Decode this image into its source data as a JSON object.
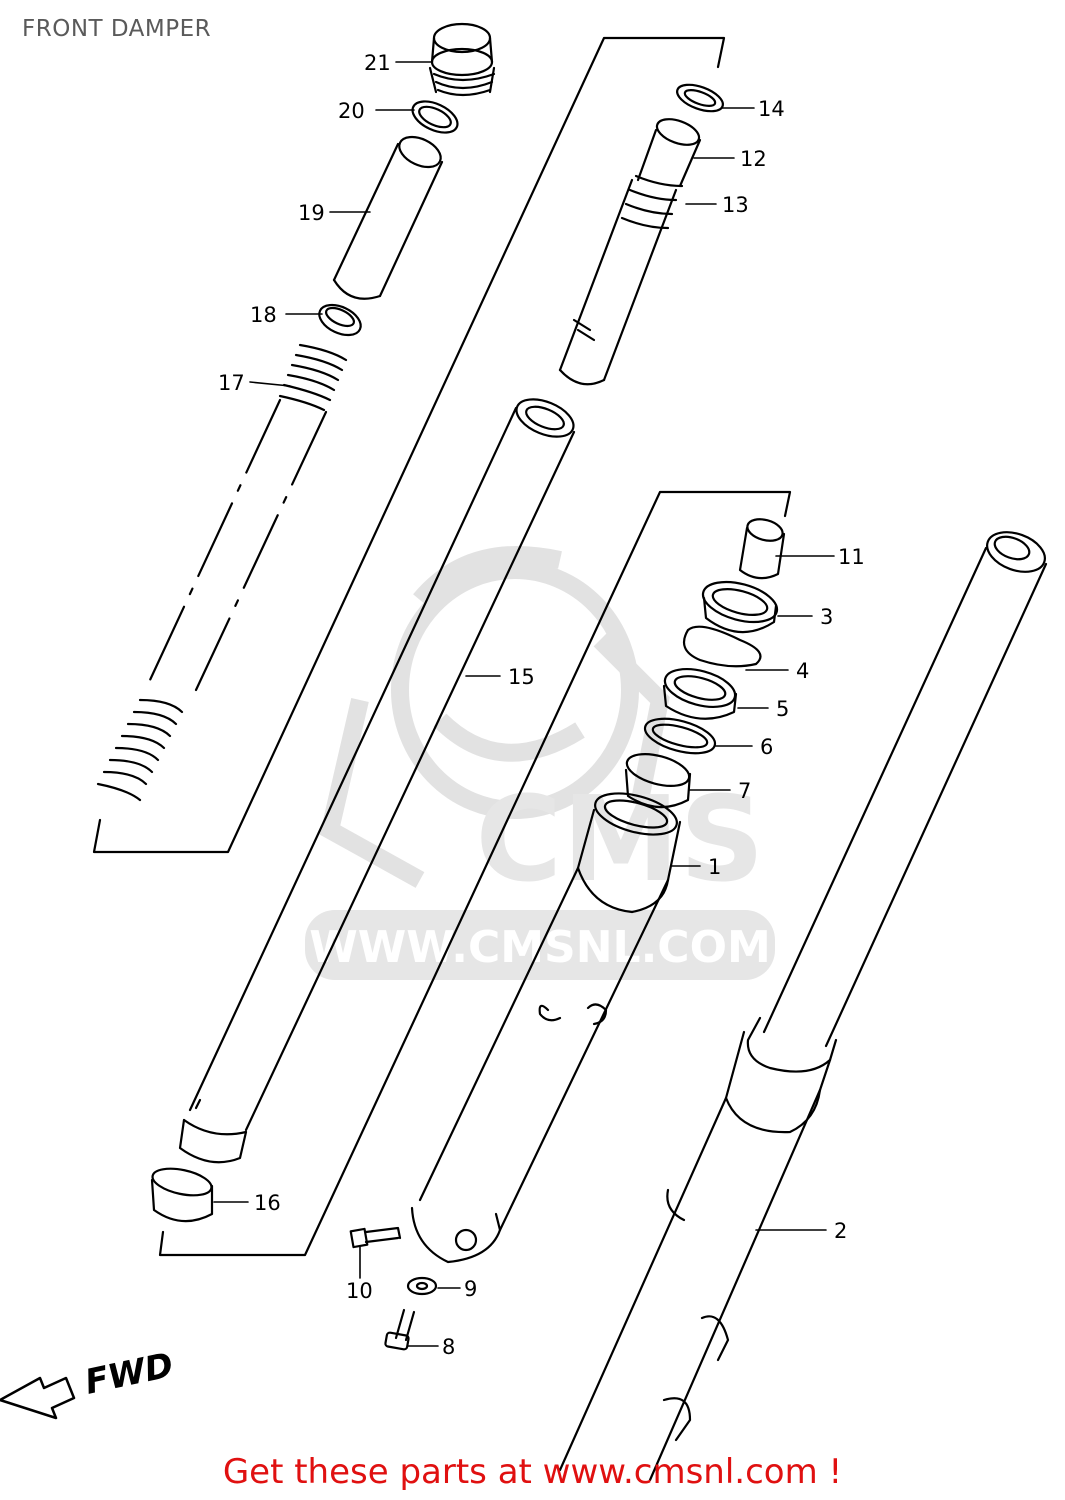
{
  "diagram": {
    "title": "FRONT DAMPER",
    "fwd_label": "FWD",
    "watermark_text": "WWW.CMSNL.COM",
    "watermark_logo": "CMS",
    "parts": [
      {
        "number": "1"
      },
      {
        "number": "2"
      },
      {
        "number": "3"
      },
      {
        "number": "4"
      },
      {
        "number": "5"
      },
      {
        "number": "6"
      },
      {
        "number": "7"
      },
      {
        "number": "8"
      },
      {
        "number": "9"
      },
      {
        "number": "10"
      },
      {
        "number": "11"
      },
      {
        "number": "12"
      },
      {
        "number": "13"
      },
      {
        "number": "14"
      },
      {
        "number": "15"
      },
      {
        "number": "16"
      },
      {
        "number": "17"
      },
      {
        "number": "18"
      },
      {
        "number": "19"
      },
      {
        "number": "20"
      },
      {
        "number": "21"
      }
    ]
  },
  "footer": {
    "promo_text": "Get these parts at www.cmsnl.com !"
  },
  "colors": {
    "line": "#000000",
    "promo": "#e01010",
    "watermark": "#e2e2e2",
    "title": "#5a5a5a"
  }
}
